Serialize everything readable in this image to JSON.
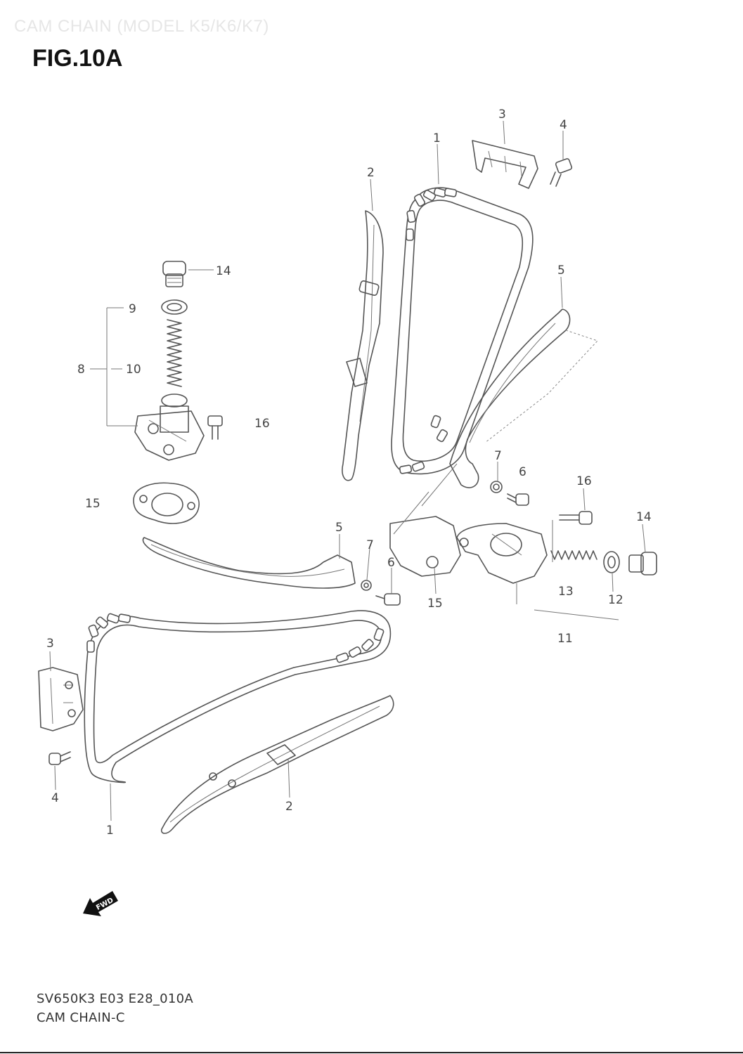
{
  "header": {
    "section_title": "CAM CHAIN (MODEL K5/K6/K7)",
    "figure_title": "FIG.10A"
  },
  "callouts": {
    "c1_top": "1",
    "c2_top": "2",
    "c3_top": "3",
    "c4_top": "4",
    "c5_top": "5",
    "c14_top": "14",
    "c9": "9",
    "c8": "8",
    "c10": "10",
    "c16_left": "16",
    "c15_left": "15",
    "c7_top": "7",
    "c6_top": "6",
    "c16_right": "16",
    "c14_right": "14",
    "c5_mid": "5",
    "c7_mid": "7",
    "c6_mid": "6",
    "c15_mid": "15",
    "c13": "13",
    "c12": "12",
    "c11": "11",
    "c3_bottom": "3",
    "c4_bottom": "4",
    "c1_bottom": "1",
    "c2_bottom": "2"
  },
  "fwd_label": "FWD",
  "footer": {
    "code": "SV650K3 E03 E28_010A",
    "name": "CAM CHAIN-C"
  }
}
